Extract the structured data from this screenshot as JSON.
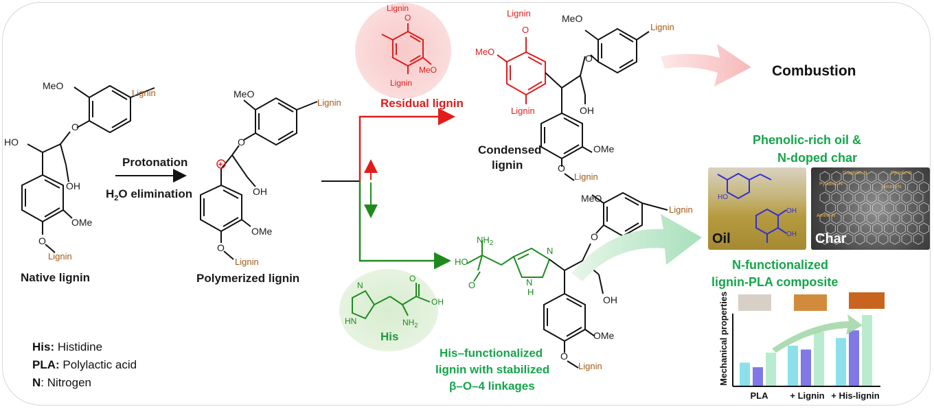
{
  "legend": {
    "his_key": "His:",
    "his_val": " Histidine",
    "pla_key": "PLA:",
    "pla_val": " Polylactic acid",
    "n_key": "N",
    "n_val": ": Nitrogen"
  },
  "labels": {
    "native_lignin": "Native lignin",
    "polymerized_lignin": "Polymerized  lignin",
    "protonation": "Protonation",
    "h2o_elimination_pre": "H",
    "h2o_elimination_sub": "2",
    "h2o_elimination_post": "O elimination",
    "residual_lignin": "Residual lignin",
    "condensed_lignin_1": "Condensed",
    "condensed_lignin_2": "lignin",
    "combustion": "Combustion",
    "his": "His",
    "his_functionalized_1": "His–functionalized",
    "his_functionalized_2": "lignin with stabilized",
    "his_functionalized_3": "β–O–4 linkages",
    "phenolic_1": "Phenolic-rich oil &",
    "phenolic_2": "N-doped char",
    "oil": "Oil",
    "char": "Char",
    "nfunc_1": "N-functionalized",
    "nfunc_2": "lignin-PLA composite"
  },
  "chem": {
    "lignin": "Lignin",
    "meo": "MeO",
    "ome": "OMe",
    "ho": "HO",
    "oh": "OH",
    "o": "O",
    "nh2": "NH",
    "nh2_sub": "2",
    "h": "H",
    "n": "N",
    "hn": "HN",
    "plus": "+"
  },
  "char_annotations": [
    "Graphitic-N",
    "Pyrrolic-N",
    "Pyridinic-N",
    "Amino-N",
    "Amine-N"
  ],
  "chart_data": {
    "type": "bar",
    "ylabel": "Mechanical properties",
    "categories": [
      "PLA",
      "+ Lignin",
      "+ His-lignin"
    ],
    "series": [
      {
        "values": [
          0.3,
          0.52,
          0.62
        ],
        "color": "#8de0ea"
      },
      {
        "values": [
          0.24,
          0.47,
          0.72
        ],
        "color": "#7f78e6"
      },
      {
        "values": [
          0.43,
          0.7,
          0.92
        ],
        "color": "#b9ebcf"
      }
    ],
    "ylim": [
      0,
      1
    ]
  },
  "colors": {
    "red": "#e21b1b",
    "green": "#1e8a1e",
    "brown": "#a35a16",
    "title_green": "#14a64a"
  }
}
